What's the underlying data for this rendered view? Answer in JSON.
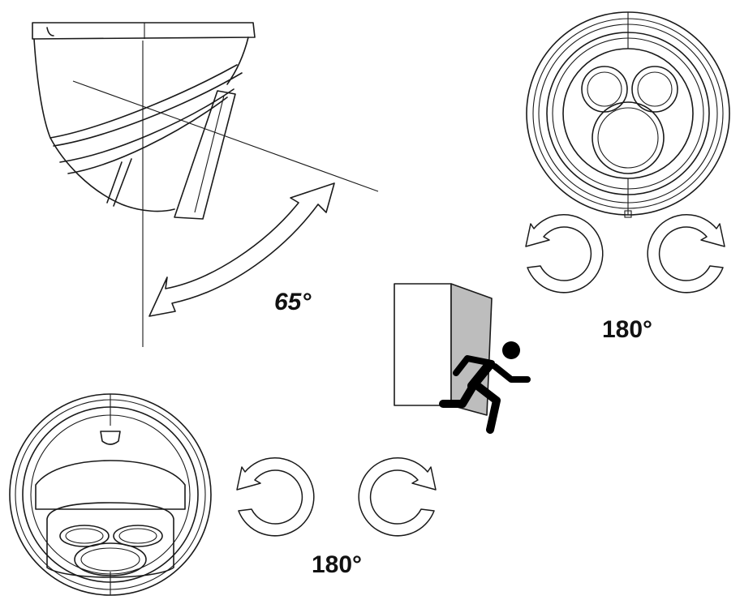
{
  "labels": {
    "tilt_angle": "65°",
    "pan_angle": "180°",
    "rotation_angle": "180°"
  },
  "colors": {
    "stroke": "#1a1a1a",
    "wall_shadow": "#bdbdbd",
    "runner": "#000000"
  },
  "icons": {
    "exit": "running-person-icon"
  }
}
